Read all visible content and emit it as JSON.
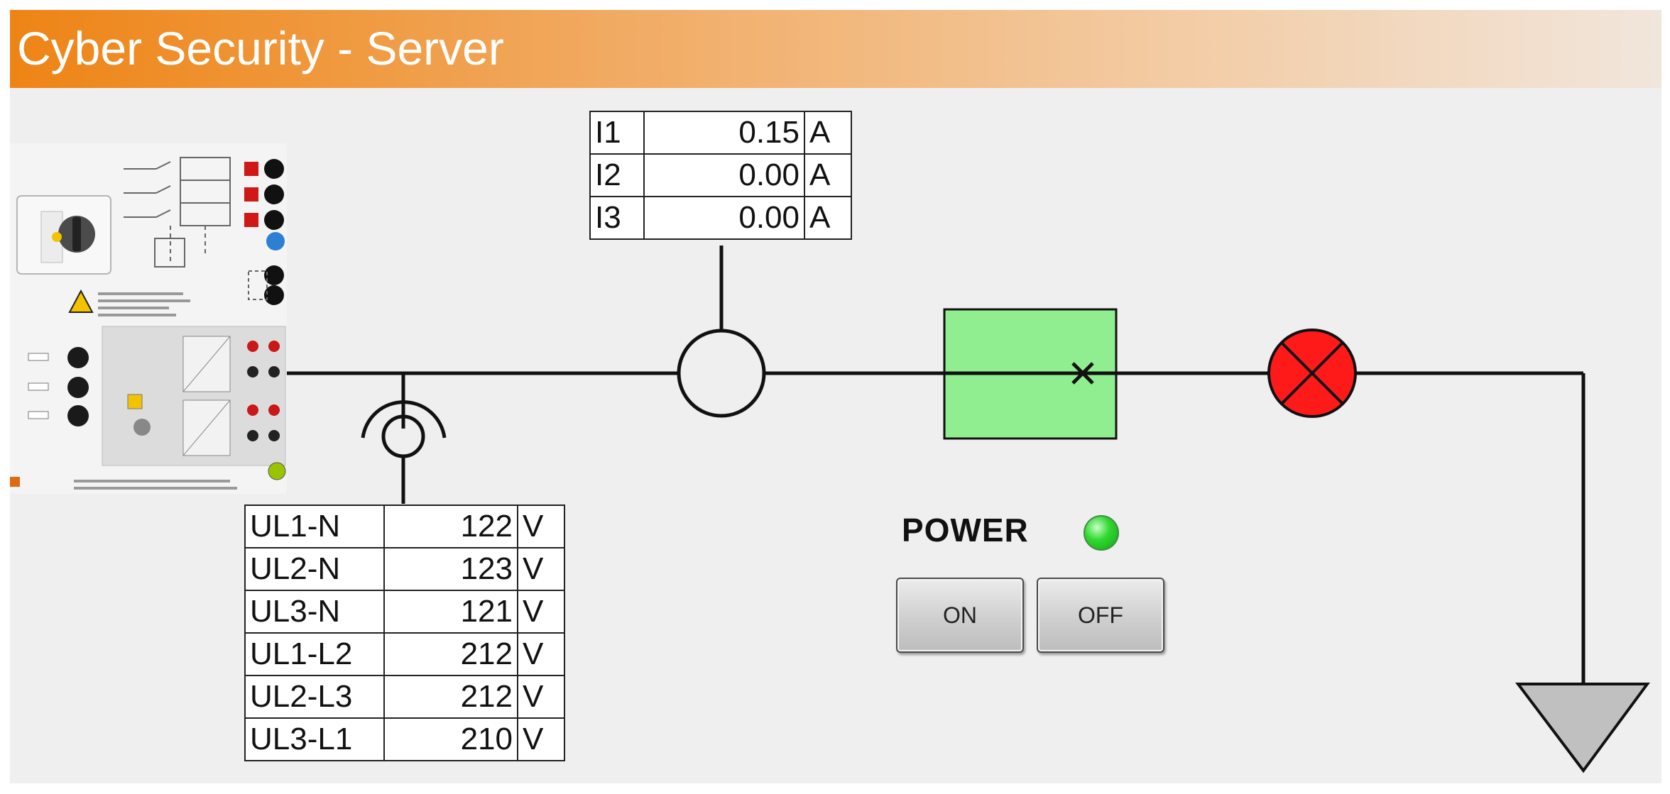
{
  "header": {
    "title": "Cyber Security - Server"
  },
  "current_meter": {
    "rows": [
      {
        "label": "I1",
        "value": "0.15",
        "unit": "A"
      },
      {
        "label": "I2",
        "value": "0.00",
        "unit": "A"
      },
      {
        "label": "I3",
        "value": "0.00",
        "unit": "A"
      }
    ]
  },
  "voltage_meter": {
    "rows": [
      {
        "label": "UL1-N",
        "value": "122",
        "unit": "V"
      },
      {
        "label": "UL2-N",
        "value": "123",
        "unit": "V"
      },
      {
        "label": "UL3-N",
        "value": "121",
        "unit": "V"
      },
      {
        "label": "UL1-L2",
        "value": "212",
        "unit": "V"
      },
      {
        "label": "UL2-L3",
        "value": "212",
        "unit": "V"
      },
      {
        "label": "UL3-L1",
        "value": "210",
        "unit": "V"
      }
    ]
  },
  "power": {
    "label": "POWER",
    "on_label": "ON",
    "off_label": "OFF",
    "indicator_color": "#2fd82f"
  },
  "colors": {
    "title_gradient_start": "#ee8415",
    "breaker_fill": "#90ee90",
    "lamp_fill": "#ff1a1a",
    "ground_fill": "#c0c0c0"
  }
}
